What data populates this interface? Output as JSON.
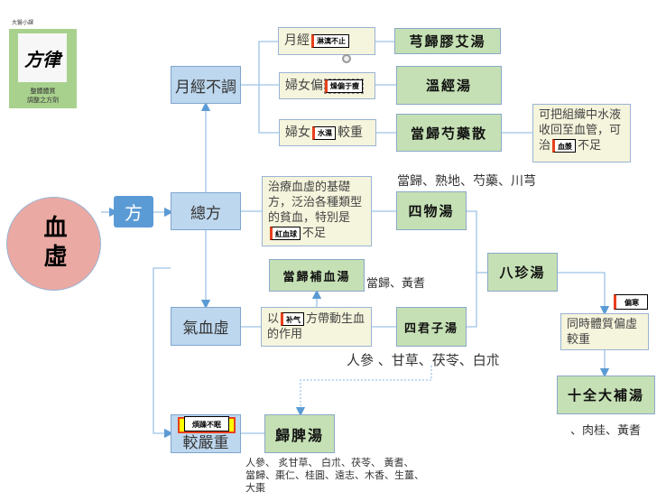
{
  "logo": {
    "caption": "大醫小課",
    "calligraphy": "方律",
    "subtitle_line1": "整體體質",
    "subtitle_line2": "調整之方劑"
  },
  "root": {
    "label": "血虛"
  },
  "fang": {
    "label": "方"
  },
  "categories": {
    "general": "總方",
    "menstrual": "月經不調",
    "qi_blood": "氣血虛",
    "severe": "較嚴重"
  },
  "descriptions": {
    "menstrual_1": "月經",
    "women_partial": "婦女偏",
    "women_heavy_a": "婦女",
    "women_heavy_b": "較重",
    "plasma": "可把組織中水液收回至血管，可治",
    "plasma_tail": "不足",
    "basic": "治療血虛的基礎方，泛治各種類型的貧血，特別是",
    "basic_tail": "不足",
    "qi_a": "以",
    "qi_b": "方帶動生血的作用",
    "constitution": "同時體質偏虛較重"
  },
  "formulas": {
    "xiong_gui_jiao_ai": "芎歸膠艾湯",
    "wen_jing": "溫經湯",
    "dang_gui_shao_yao": "當歸芍藥散",
    "si_wu": "四物湯",
    "dang_gui_bu_xue": "當歸補血湯",
    "si_jun_zi": "四君子湯",
    "ba_zhen": "八珍湯",
    "shi_quan_da_bu": "十全大補湯",
    "gui_pi": "歸脾湯"
  },
  "ingredients": {
    "si_wu": "當歸、熟地、芍藥、川芎",
    "dang_gui_bu_xue": "當歸、黃耆",
    "si_jun_zi": "人參 、甘草、茯苓、白朮",
    "shi_quan": "、肉桂、黃耆",
    "gui_pi_1": "人參、 炙甘草、 白朮、茯苓、 黃耆、",
    "gui_pi_2": "當歸、棗仁、桂圓、遠志、木香、生薑、",
    "gui_pi_3": "大棗"
  },
  "notes": {
    "dripping": "淋漓不止",
    "dry_thin": "燥偏于瘦",
    "damp_a": "水",
    "damp_b": "濕",
    "plasma_a": "血",
    "plasma_b": "漿",
    "rbc": "紅血球",
    "tonify_qi": "补气",
    "cold": "偏寒",
    "restless": "煩躁不眠"
  }
}
